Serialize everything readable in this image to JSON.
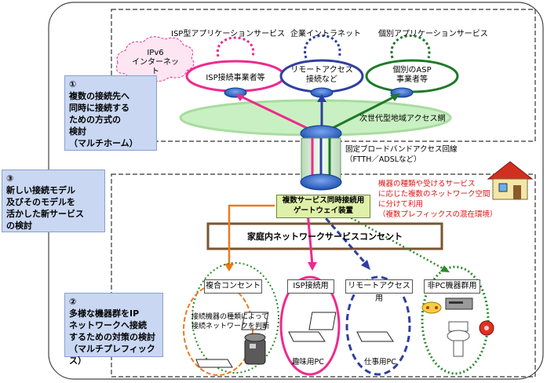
{
  "services": {
    "isp_app": "ISP型アプリケーションサービス",
    "corporate_intranet": "企業イントラネット",
    "individual_app": "個別アプリケーションサービス"
  },
  "ipv6_internet": "IPv6\nインターネット",
  "providers": {
    "isp": "ISP接続事業者等",
    "remote_access": "リモートアクセス\n接続など",
    "asp": "個別のASP\n事業者等"
  },
  "next_gen_network": "次世代型地域アクセス網",
  "fixed_broadband": "固定ブロードバンドアクセス回線\n（FTTH／ADSLなど）",
  "gateway": "複数サービス同時接続用\nゲートウェイ装置",
  "home_network": "家庭内ネットワークサービスコンセント",
  "red_note": "機器の種類や受けるサービス\nに応じた複数のネットワーク空間\nに分けて利用\n（複数プレフィックスの混在環境）",
  "left_boxes": {
    "box1": "①\n複数の接続先へ\n同時に接続する\nための方式の\n検討\n（マルチホーム）",
    "box3": "③\n新しい接続モデル\n及びそのモデルを\n活かした新サービス\nの検討",
    "box2": "②\n多様な機器群をIP\nネットワークへ接続\nするための対策の検討\n（マルチプレフィックス）"
  },
  "outlets": {
    "combined": "複合コンセント",
    "isp": "ISP接続用",
    "remote": "リモートアクセス用",
    "non_pc": "非PC機器群用"
  },
  "device_note": "接続機器の種類によって\n接続ネットワークを判断",
  "pc_labels": {
    "hobby": "趣味用PC",
    "work": "仕事用PC"
  },
  "colors": {
    "pink": "#ee2a8e",
    "blue": "#2f3fa0",
    "green": "#1e7a2a",
    "orange": "#ee7a1a",
    "dotted_green": "#2a8a2a",
    "red_text": "#e01010",
    "panel_blue": "#c9d7f2",
    "ellipse_green": "#c9f0c2"
  }
}
